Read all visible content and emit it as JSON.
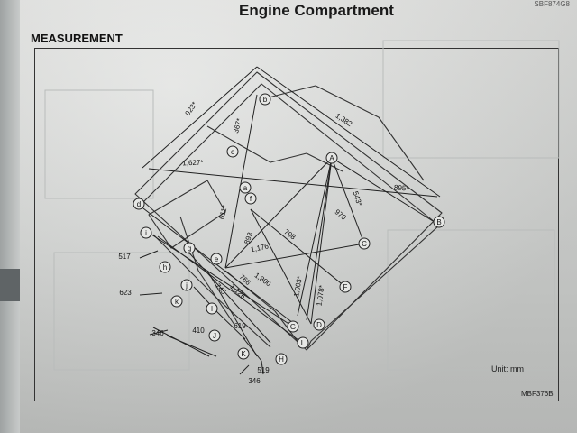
{
  "header": {
    "title": "Engine Compartment",
    "ref_code": "SBF874G8"
  },
  "section": {
    "title": "MEASUREMENT"
  },
  "diagram": {
    "unit": "Unit: mm",
    "figure_code": "MBF376B",
    "points": [
      "A",
      "B",
      "C",
      "D",
      "F",
      "G",
      "H",
      "J",
      "K",
      "L",
      "a",
      "b",
      "c",
      "d",
      "e",
      "f",
      "g",
      "h",
      "i",
      "j",
      "k",
      "l"
    ],
    "dimensions": [
      "923*",
      "1,382",
      "367*",
      "1,627*",
      "895*",
      "543*",
      "970",
      "611*",
      "893",
      "798",
      "1,176*",
      "1,003*",
      "1,078*",
      "1,300",
      "766",
      "1,126",
      "745",
      "619",
      "410",
      "517",
      "623",
      "346",
      "519",
      "346"
    ]
  }
}
